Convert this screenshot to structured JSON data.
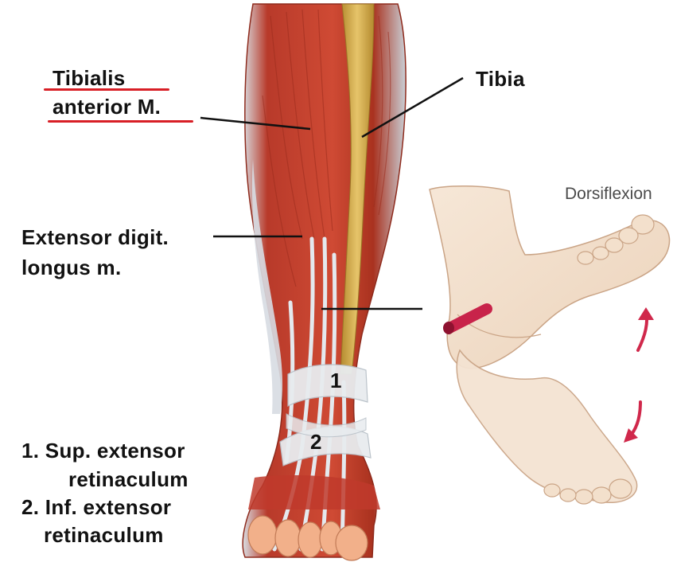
{
  "labels": {
    "tibialis_line1": "Tibialis",
    "tibialis_line2": "anterior M.",
    "tibia": "Tibia",
    "extensor_line1": "Extensor digit.",
    "extensor_line2": "longus m.",
    "dorsiflexion": "Dorsiflexion",
    "marker_1": "1",
    "marker_2": "2"
  },
  "legend": {
    "item1_line1": "1. Sup. extensor",
    "item1_line2": "retinaculum",
    "item2_line1": "2. Inf. extensor",
    "item2_line2": "retinaculum"
  },
  "colors": {
    "underline": "#d81f26",
    "muscle": "#c0392b",
    "muscle_dark": "#8e2a1c",
    "tendon": "#dde3e8",
    "bone": "#d9b04c",
    "skin": "#f3e1cf",
    "skin_shadow": "#e4c5a8",
    "arrow": "#d0284b"
  }
}
